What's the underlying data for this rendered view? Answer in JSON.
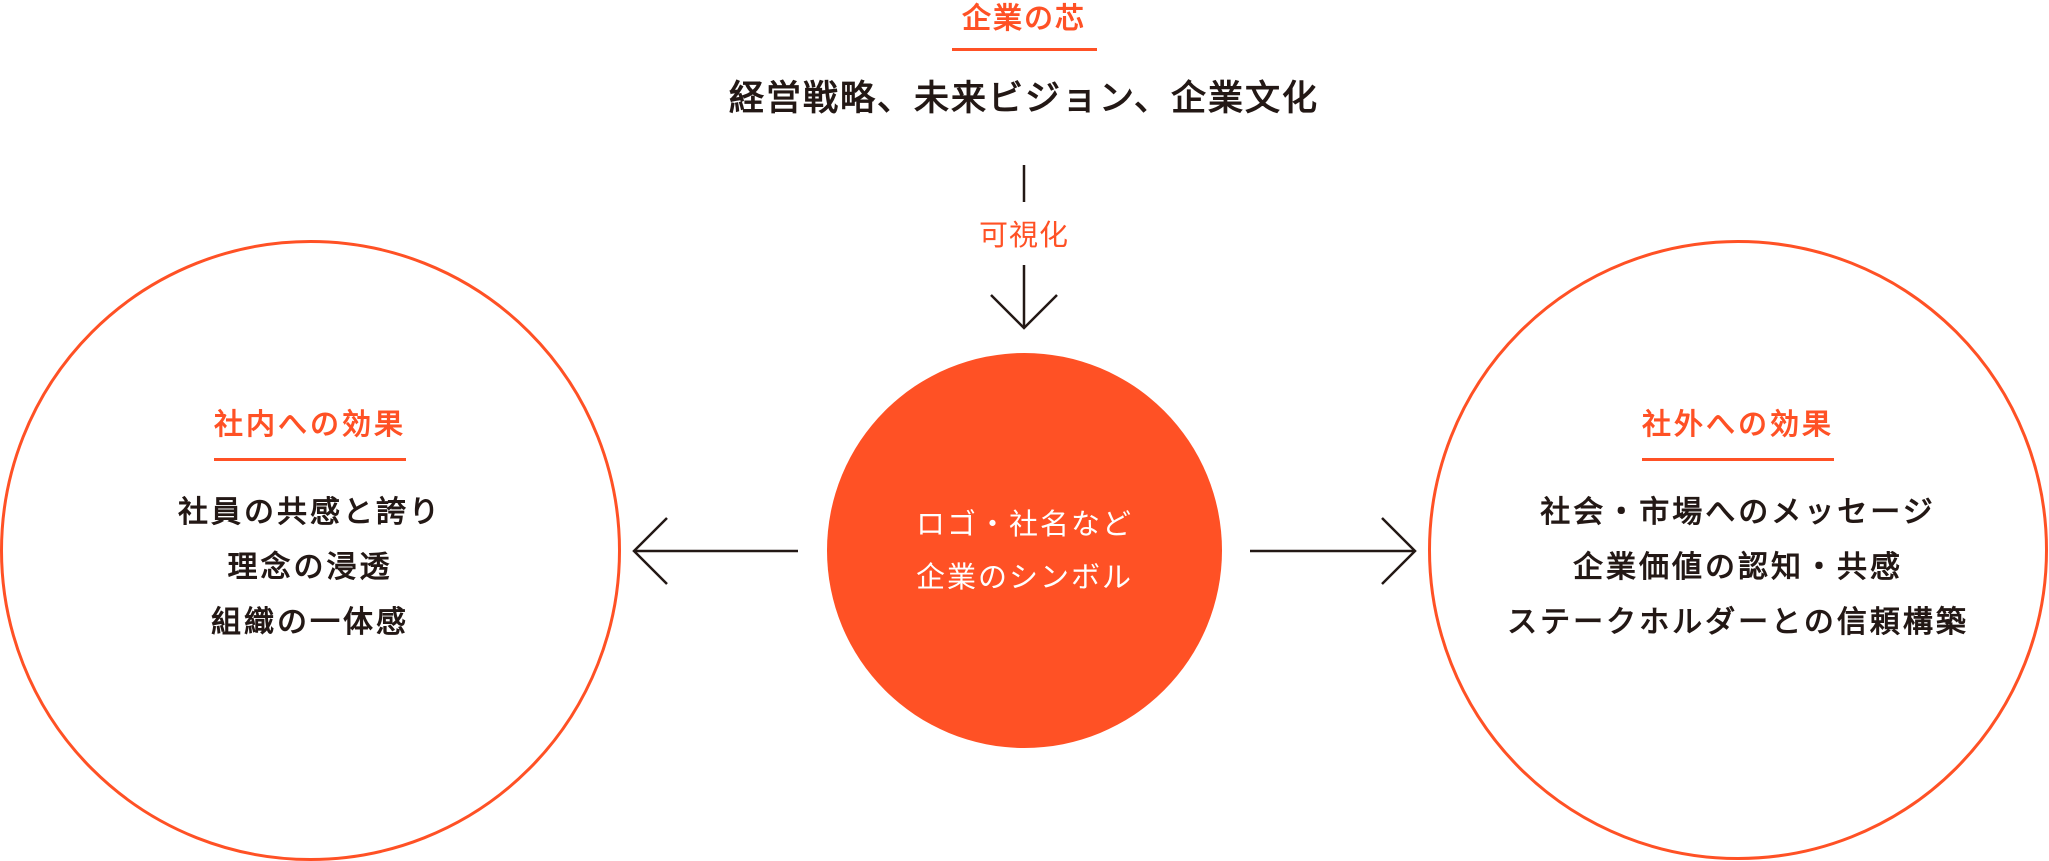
{
  "colors": {
    "accent": "#ff5125",
    "text": "#231815",
    "background": "#ffffff",
    "on_accent_text": "#ffffff"
  },
  "core": {
    "title": "企業の芯",
    "text": "経営戦略、未来ビジョン、企業文化"
  },
  "flow": {
    "visualize_label": "可視化",
    "down_arrow_icon": "arrow-down-icon",
    "left_arrow_icon": "arrow-left-icon",
    "right_arrow_icon": "arrow-right-icon"
  },
  "center": {
    "lines": [
      "ロゴ・社名など",
      "企業のシンボル"
    ]
  },
  "internal_effects": {
    "heading": "社内への効果",
    "items": [
      "社員の共感と誇り",
      "理念の浸透",
      "組織の一体感"
    ]
  },
  "external_effects": {
    "heading": "社外への効果",
    "items": [
      "社会・市場へのメッセージ",
      "企業価値の認知・共感",
      "ステークホルダーとの信頼構築"
    ]
  }
}
